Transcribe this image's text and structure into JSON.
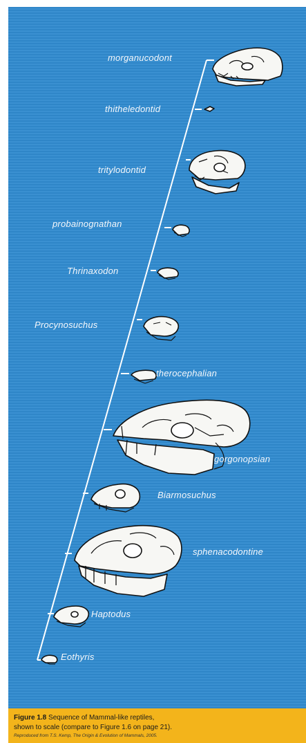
{
  "taxa": [
    {
      "label": "morganucodont"
    },
    {
      "label": "thitheledontid"
    },
    {
      "label": "tritylodontid"
    },
    {
      "label": "probainognathan"
    },
    {
      "label": "Thrinaxodon"
    },
    {
      "label": "Procynosuchus"
    },
    {
      "label": "therocephalian"
    },
    {
      "label": "gorgonopsian"
    },
    {
      "label": "Biarmosuchus"
    },
    {
      "label": "sphenacodontine"
    },
    {
      "label": "Haptodus"
    },
    {
      "label": "Eothyris"
    }
  ],
  "caption": {
    "figure_number": "Figure 1.8",
    "line1": "Sequence of Mammal-like reptiles,",
    "line2": "shown to scale (compare to Figure 1.6 on page 21).",
    "credit": "Reproduced from T.S. Kemp, The Origin & Evolution of Mammals, 2005."
  },
  "colors": {
    "background": "#2f86c8",
    "line": "#ffffff",
    "caption_bg": "#f3b41b"
  }
}
